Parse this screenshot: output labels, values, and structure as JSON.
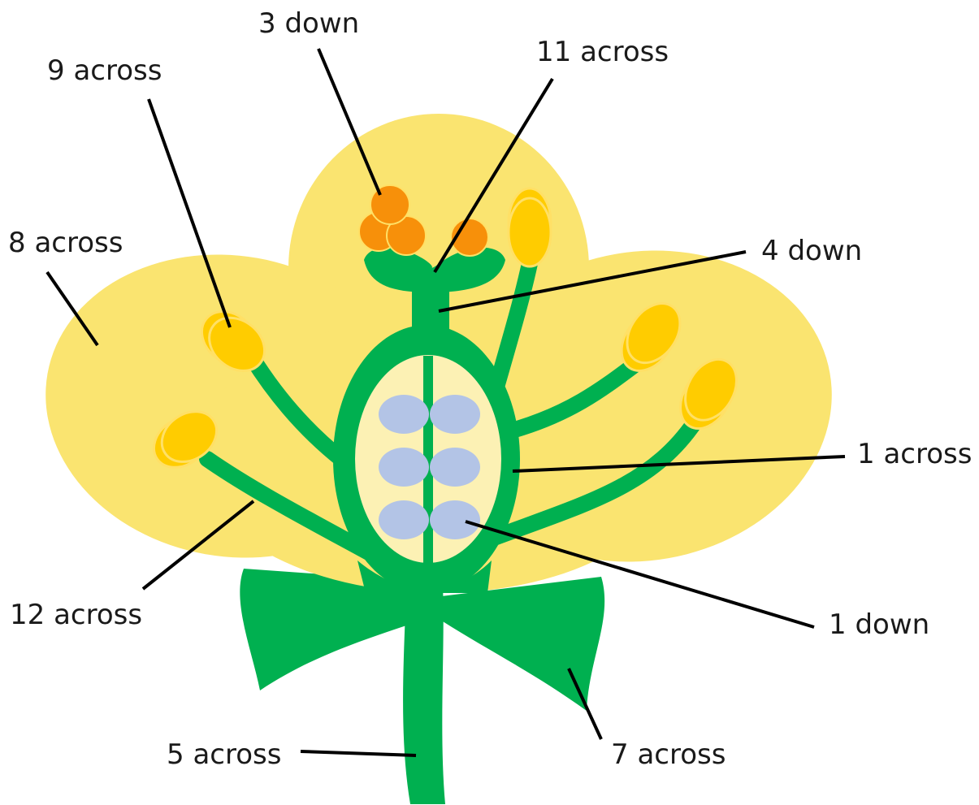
{
  "colors": {
    "petal": "#FAE470",
    "stem": "#00B050",
    "ovary_inner": "#FCF1B4",
    "ovule": "#B3C4E6",
    "anther": "#FFCC00",
    "anther_outline": "#FFE066",
    "pollen": "#F7900A",
    "leader_line": "#000000",
    "text": "#1a1a1a"
  },
  "labels": {
    "three_down": "3 down",
    "eleven_across": "11 across",
    "nine_across": "9 across",
    "eight_across": "8 across",
    "four_down": "4 down",
    "one_across": "1 across",
    "twelve_across": "12 across",
    "one_down": "1 down",
    "five_across": "5 across",
    "seven_across": "7 across"
  }
}
